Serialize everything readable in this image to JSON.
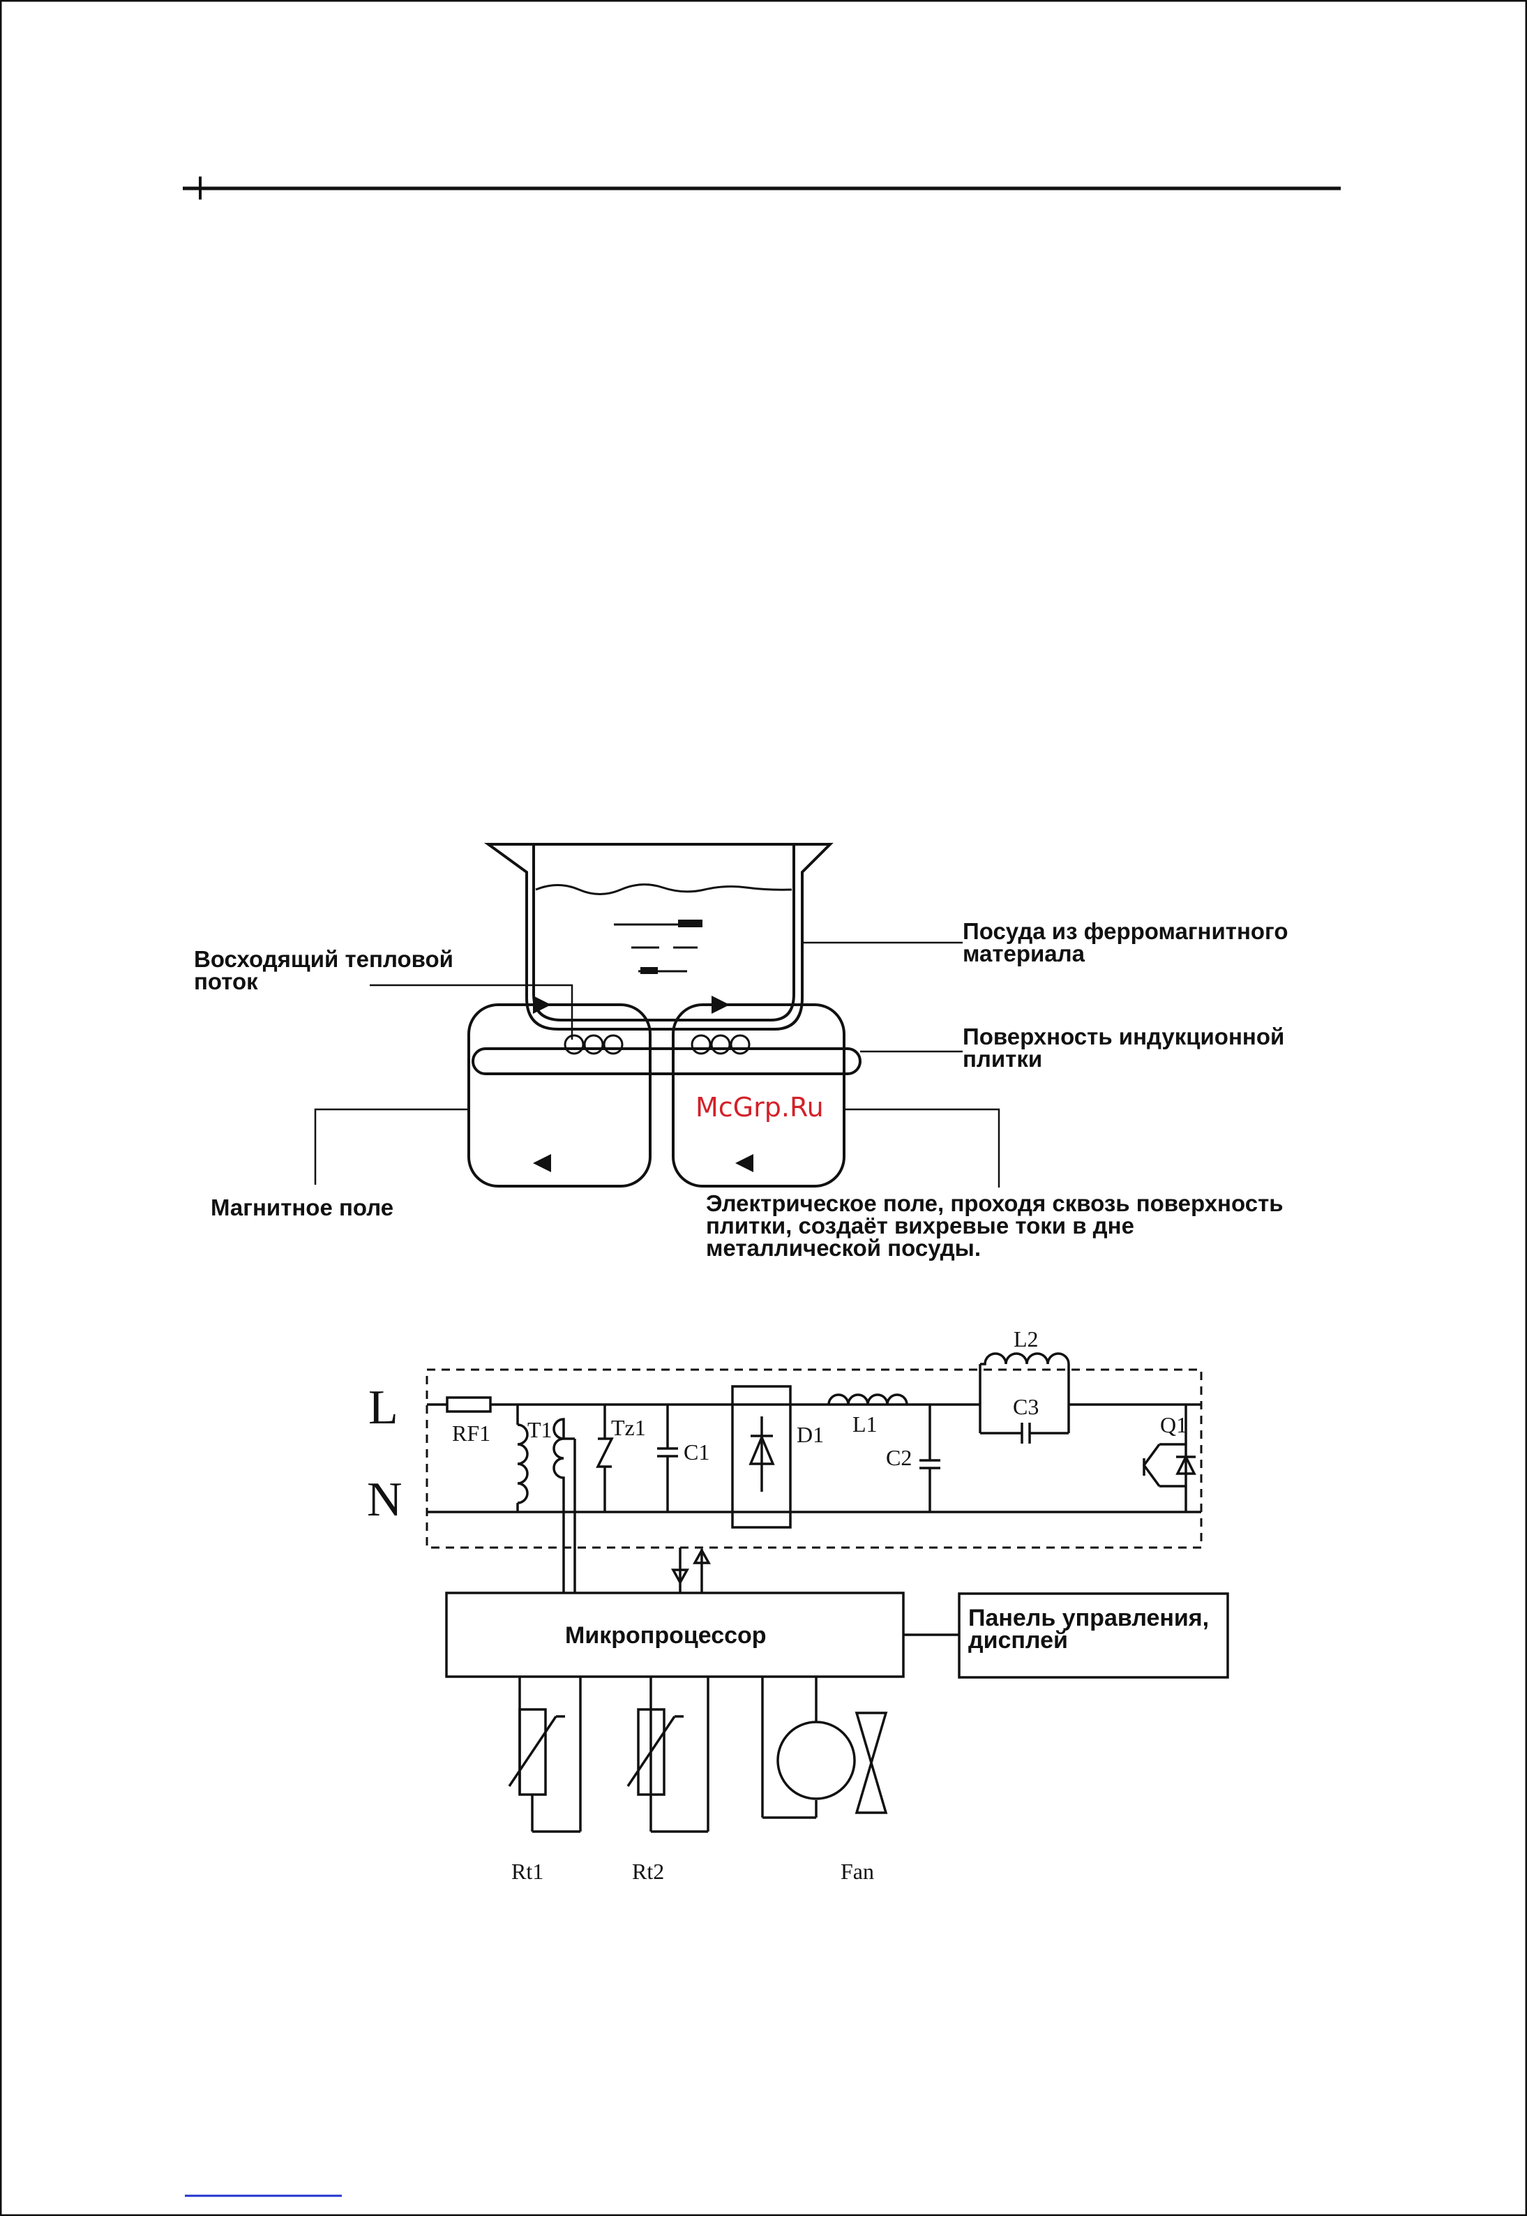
{
  "figure1": {
    "label_heat_flow": [
      "Восходящий тепловой",
      "поток"
    ],
    "label_cookware": [
      "Посуда из ферромагнитного",
      "материала"
    ],
    "label_surface": [
      "Поверхность индукционной",
      "плитки"
    ],
    "label_magnetic": "Магнитное поле",
    "label_electric": [
      "Электрическое поле,  проходя сквозь поверхность",
      "плитки, создаёт вихревые токи в дне",
      "металлической посуды."
    ],
    "watermark": "McGrp.Ru"
  },
  "figure2": {
    "line_l": "L",
    "line_n": "N",
    "components": {
      "rf1": "RF1",
      "t1": "T1",
      "tz1": "Tz1",
      "c1": "C1",
      "d1": "D1",
      "l1": "L1",
      "c2": "C2",
      "l2": "L2",
      "c3": "C3",
      "q1": "Q1",
      "rt1": "Rt1",
      "rt2": "Rt2",
      "fan": "Fan"
    },
    "microprocessor": "Микропроцессор",
    "control_panel": [
      "Панель управления,",
      "дисплей"
    ]
  },
  "colors": {
    "ink": "#111111",
    "watermark": "#d4202a",
    "link": "#2233cc"
  }
}
